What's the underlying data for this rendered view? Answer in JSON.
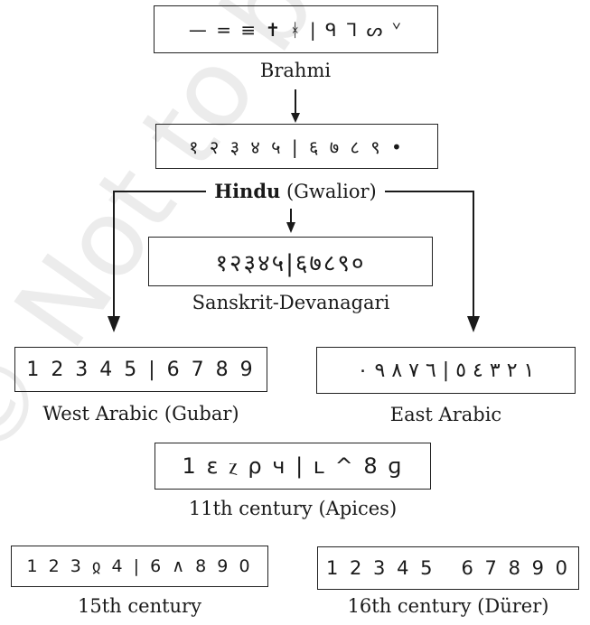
{
  "nodes": {
    "brahmi": {
      "label": "Brahmi",
      "numerals": "— = ≡ ✝ ᚼ | ᑫ ᒣ ᔕ ᘁ"
    },
    "hindu": {
      "label_main": "Hindu",
      "label_sub": "(Gwalior)",
      "numerals": "१ २ ३ ४ ५ | ६ ७ ८ ९ •"
    },
    "sanskrit": {
      "label": "Sanskrit-Devanagari",
      "numerals": "१२३४५|६७८९०"
    },
    "west_arabic": {
      "label": "West Arabic (Gubar)",
      "numerals": "1 2 3 4 5 | 6 7 8 9"
    },
    "east_arabic": {
      "label": "East Arabic",
      "numerals": "١ ٢ ٣ ٤ ٥ | ٦ ٧ ٨ ٩ ٠"
    },
    "apices": {
      "label": "11th century (Apices)",
      "numerals": "1 ε ⲍ ρ ч | ʟ ^ 8 ɡ"
    },
    "c15": {
      "label": "15th century",
      "numerals": "1 2 3 ჲ 4 | 6 ∧ 8 9 0"
    },
    "c16": {
      "label": "16th century (Dürer)",
      "numerals": "1 2 3 4 5   6 7 8 9 0"
    }
  },
  "watermark": {
    "text": "© Not to be republished",
    "color": "#ececec"
  }
}
